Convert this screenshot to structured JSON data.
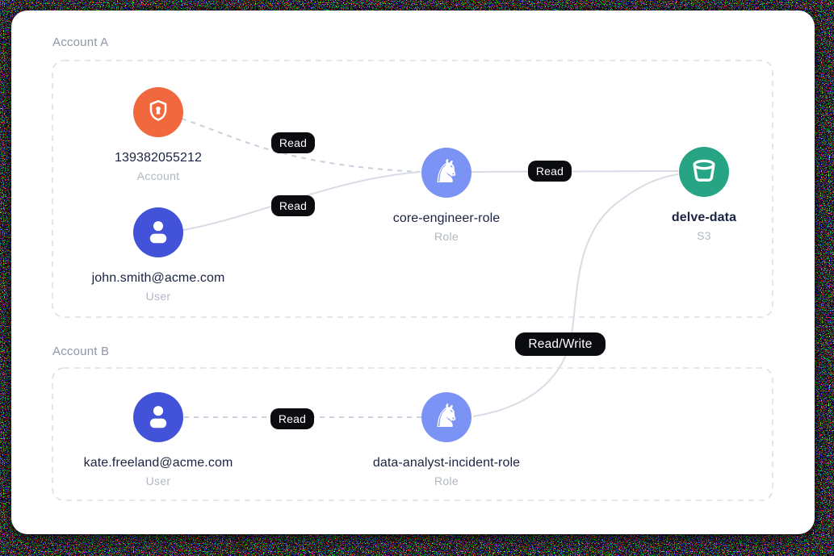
{
  "groups": [
    {
      "label": "Account A"
    },
    {
      "label": "Account B"
    }
  ],
  "nodes": [
    {
      "id": "account-139382055212",
      "label": "139382055212",
      "sublabel": "Account",
      "icon": "shield-keyhole-icon",
      "color": "#f2683e"
    },
    {
      "id": "user-john",
      "label": "john.smith@acme.com",
      "sublabel": "User",
      "icon": "user-icon",
      "color": "#4353d9"
    },
    {
      "id": "role-core-engineer",
      "label": "core-engineer-role",
      "sublabel": "Role",
      "icon": "chess-knight-icon",
      "color": "#7b93f4"
    },
    {
      "id": "s3-delve-data",
      "label": "delve-data",
      "sublabel": "S3",
      "icon": "bucket-icon",
      "color": "#27a483"
    },
    {
      "id": "user-kate",
      "label": "kate.freeland@acme.com",
      "sublabel": "User",
      "icon": "user-icon",
      "color": "#4353d9"
    },
    {
      "id": "role-data-analyst-incident",
      "label": "data-analyst-incident-role",
      "sublabel": "Role",
      "icon": "chess-knight-icon",
      "color": "#7b93f4"
    }
  ],
  "edges": [
    {
      "from": "account-139382055212",
      "to": "role-core-engineer",
      "label": "Read",
      "style": "dashed"
    },
    {
      "from": "user-john",
      "to": "role-core-engineer",
      "label": "Read",
      "style": "solid"
    },
    {
      "from": "role-core-engineer",
      "to": "s3-delve-data",
      "label": "Read",
      "style": "solid"
    },
    {
      "from": "user-kate",
      "to": "role-data-analyst-incident",
      "label": "Read",
      "style": "dashed"
    },
    {
      "from": "role-data-analyst-incident",
      "to": "s3-delve-data",
      "label": "Read/Write",
      "style": "solid"
    }
  ],
  "knight_glyph": "♞",
  "colors": {
    "card_bg": "#ffffff",
    "pill_bg": "#0b0c10",
    "pill_text": "#ffffff",
    "node_label": "#1b2342",
    "node_sublabel": "#b1b7c4",
    "section_label": "#8e96a8",
    "edge_solid": "#d8dce5",
    "edge_dashed": "#c9cfdc",
    "group_border": "#dbdfe9",
    "account_orange": "#f2683e",
    "user_indigo": "#4353d9",
    "role_blue": "#7b93f4",
    "s3_green": "#27a483"
  }
}
